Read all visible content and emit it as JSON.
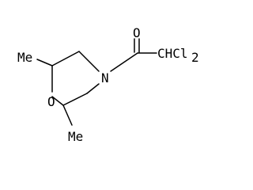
{
  "molecule": {
    "atoms": {
      "oxygen_carbonyl": "O",
      "dichloromethyl": "CHCl",
      "dichloromethyl_subscript": "2",
      "nitrogen": "N",
      "oxygen_ring": "O",
      "methyl_top": "Me",
      "methyl_bottom": "Me"
    }
  }
}
